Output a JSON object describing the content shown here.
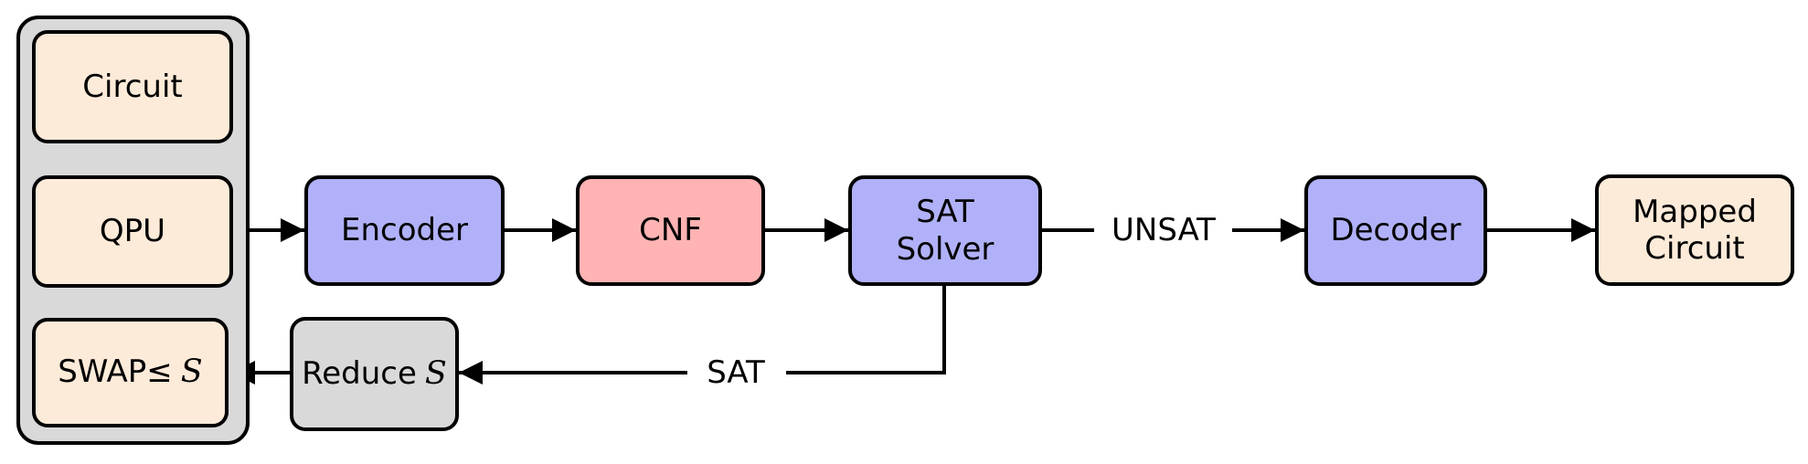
{
  "colors": {
    "peach": "#fdebd9",
    "lavender": "#b1b1f9",
    "pink": "#ffb3b3",
    "gray": "#d9d9d9",
    "line": "#000000",
    "background": "#ffffff"
  },
  "nodes": {
    "circuit": {
      "label": "Circuit"
    },
    "qpu": {
      "label": "QPU"
    },
    "swap": {
      "text": "SWAP≤",
      "math": "S"
    },
    "encoder": {
      "label": "Encoder"
    },
    "cnf": {
      "label": "CNF"
    },
    "sat_solver": {
      "line1": "SAT",
      "line2": "Solver"
    },
    "decoder": {
      "label": "Decoder"
    },
    "mapped": {
      "line1": "Mapped",
      "line2": "Circuit"
    },
    "reduce": {
      "text": "Reduce",
      "math": "S"
    }
  },
  "edge_labels": {
    "unsat": "UNSAT",
    "sat": "SAT"
  }
}
